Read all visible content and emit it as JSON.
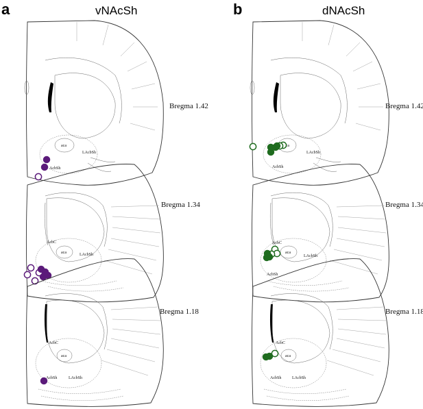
{
  "figure": {
    "panels": [
      {
        "letter": "a",
        "title": "vNAcSh",
        "color": "#5b1a7a",
        "sections": [
          {
            "bregma": "Bregma 1.42",
            "labels": {
              "aca": "aca",
              "lateral": "LAcbSh",
              "shell": "AcbSh",
              "core": ""
            },
            "filled": [
              [
                68,
                233
              ],
              [
                65,
                244
              ]
            ],
            "open": [
              [
                56,
                258
              ]
            ]
          },
          {
            "bregma": "Bregma 1.34",
            "labels": {
              "aca": "aca",
              "lateral": "LAcbSh",
              "shell": "",
              "core": "AcbC"
            },
            "filled": [
              [
                60,
                393
              ],
              [
                66,
                397
              ],
              [
                63,
                404
              ],
              [
                70,
                402
              ]
            ],
            "open": [
              [
                45,
                391
              ],
              [
                40,
                401
              ],
              [
                51,
                410
              ],
              [
                57,
                398
              ]
            ]
          },
          {
            "bregma": "Bregma 1.18",
            "labels": {
              "aca": "aca",
              "lateral": "LAcbSh",
              "shell": "AcbSh",
              "core": "AcbC"
            },
            "filled": [
              [
                64,
                556
              ]
            ],
            "open": []
          }
        ]
      },
      {
        "letter": "b",
        "title": "dNAcSh",
        "color": "#1e6b1e",
        "sections": [
          {
            "bregma": "Bregma 1.42",
            "labels": {
              "aca": "aca",
              "lateral": "LAcbSh",
              "shell": "AcbSh",
              "core": ""
            },
            "filled": [
              [
                395,
                215
              ],
              [
                395,
                222
              ],
              [
                402,
                215
              ],
              [
                404,
                213
              ]
            ],
            "open": [
              [
                369,
                214
              ],
              [
                413,
                212
              ],
              [
                408,
                213
              ]
            ]
          },
          {
            "bregma": "Bregma 1.34",
            "labels": {
              "aca": "aca",
              "lateral": "LAcbSh",
              "shell": "AcbSh",
              "core": "AcbC"
            },
            "filled": [
              [
                389,
                376
              ],
              [
                390,
                370
              ],
              [
                393,
                375
              ]
            ],
            "open": [
              [
                401,
                364
              ],
              [
                404,
                370
              ],
              [
                396,
                371
              ]
            ]
          },
          {
            "bregma": "Bregma 1.18",
            "labels": {
              "aca": "aca",
              "lateral": "LAcbSh",
              "shell": "AcbSh",
              "core": "AcbC"
            },
            "filled": [
              [
                388,
                521
              ],
              [
                393,
                520
              ]
            ],
            "open": [
              [
                401,
                516
              ]
            ]
          }
        ]
      }
    ]
  }
}
